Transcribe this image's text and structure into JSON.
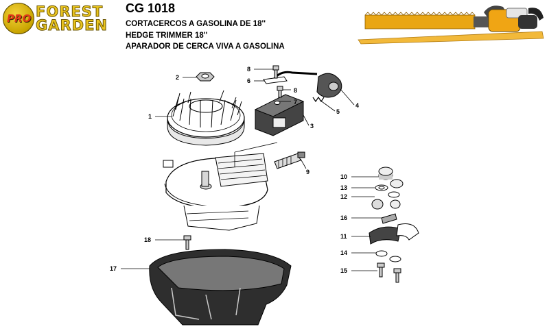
{
  "brand": {
    "badge": "PRO",
    "line1": "FOREST",
    "line2": "GARDEN"
  },
  "header": {
    "model": "CG 1018",
    "title_es": "CORTACERCOS A GASOLINA DE 18''",
    "title_en": "HEDGE TRIMMER 18''",
    "title_es2": "APARADOR DE CERCA VIVA A GASOLINA"
  },
  "callouts": [
    {
      "num": "1",
      "part": "flywheel"
    },
    {
      "num": "2",
      "part": "nut"
    },
    {
      "num": "3",
      "part": "ignition-coil"
    },
    {
      "num": "4",
      "part": "spark-plug-cap"
    },
    {
      "num": "5",
      "part": "spring"
    },
    {
      "num": "6",
      "part": "bracket"
    },
    {
      "num": "7",
      "part": "washer"
    },
    {
      "num": "8",
      "part": "screw"
    },
    {
      "num": "8",
      "part": "screw"
    },
    {
      "num": "9",
      "part": "spark-plug"
    },
    {
      "num": "10",
      "part": "clutch-drum"
    },
    {
      "num": "11",
      "part": "clutch-shoe"
    },
    {
      "num": "12",
      "part": "bushing"
    },
    {
      "num": "13",
      "part": "washer"
    },
    {
      "num": "14",
      "part": "washer"
    },
    {
      "num": "15",
      "part": "bolt"
    },
    {
      "num": "16",
      "part": "clutch-spring"
    },
    {
      "num": "17",
      "part": "crankcase-cover"
    },
    {
      "num": "18",
      "part": "screw"
    }
  ]
}
